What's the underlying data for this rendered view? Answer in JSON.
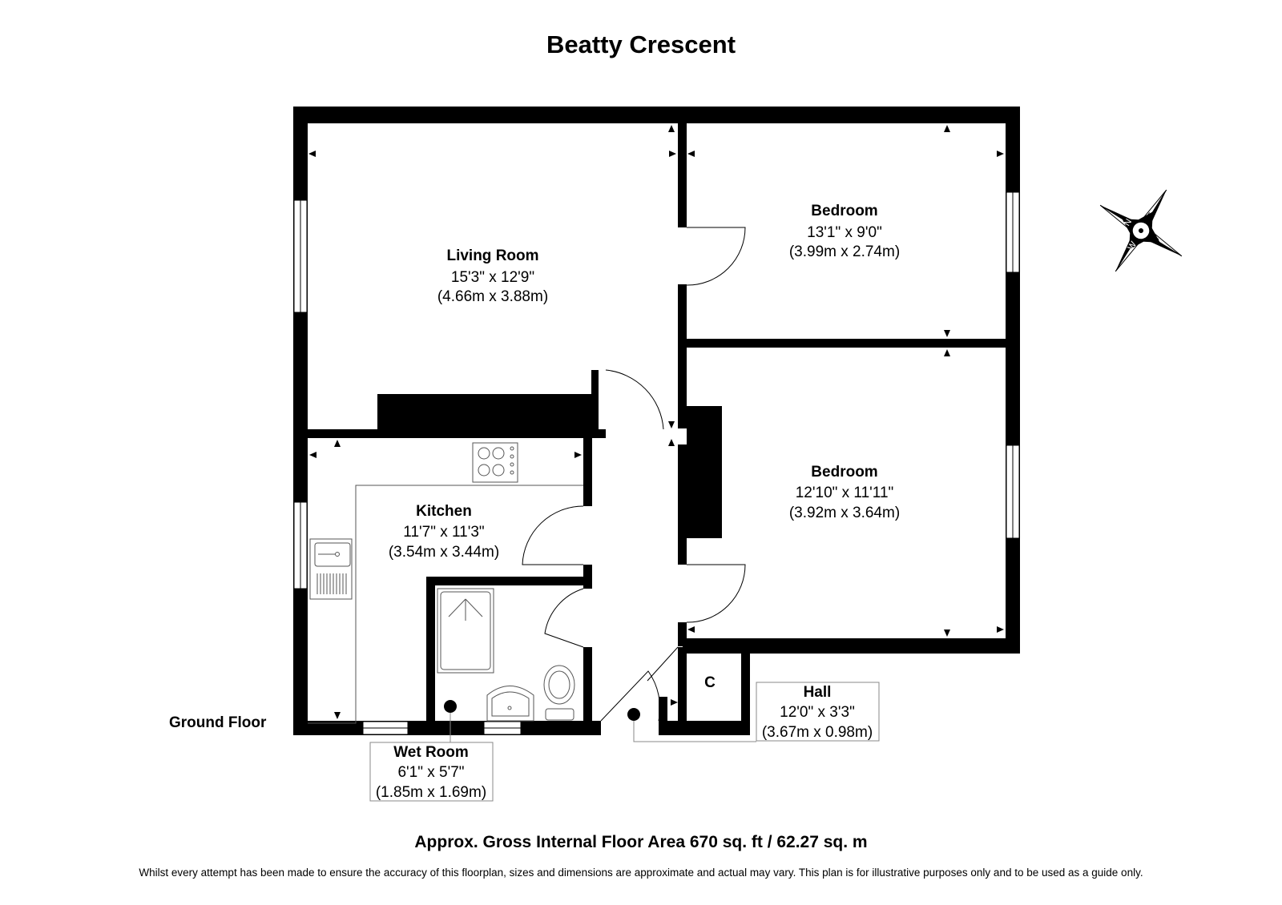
{
  "title": "Beatty Crescent",
  "floor_label": "Ground Floor",
  "rooms": [
    {
      "name": "Living Room",
      "imperial": "15'3\" x 12'9\"",
      "metric": "(4.66m x 3.88m)"
    },
    {
      "name": "Bedroom",
      "imperial": "13'1\" x 9'0\"",
      "metric": "(3.99m x 2.74m)"
    },
    {
      "name": "Bedroom",
      "imperial": "12'10\" x 11'11\"",
      "metric": "(3.92m x 3.64m)"
    },
    {
      "name": "Kitchen",
      "imperial": "11'7\" x 11'3\"",
      "metric": "(3.54m x 3.44m)"
    },
    {
      "name": "Wet Room",
      "imperial": "6'1\" x 5'7\"",
      "metric": "(1.85m x 1.69m)"
    },
    {
      "name": "Hall",
      "imperial": "12'0\" x 3'3\"",
      "metric": "(3.67m x 0.98m)"
    }
  ],
  "cupboard_label": "C",
  "compass": {
    "n": "N",
    "s": "S",
    "e": "E",
    "w": "W"
  },
  "area_text": "Approx. Gross Internal Floor Area 670 sq. ft / 62.27 sq. m",
  "disclaimer": "Whilst every attempt has been made to ensure the accuracy of this floorplan, sizes and dimensions are approximate and actual may vary. This plan is for illustrative purposes only and to be used as a guide only."
}
